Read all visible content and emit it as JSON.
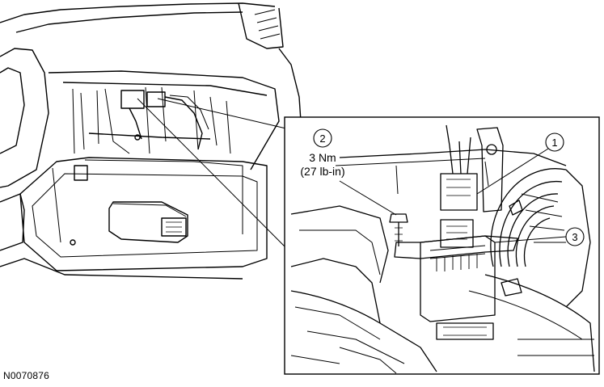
{
  "figure": {
    "reference_id": "N0070876",
    "callouts": [
      {
        "number": "1"
      },
      {
        "number": "2",
        "torque_nm": "3 Nm",
        "torque_lb": "(27 lb-in)"
      },
      {
        "number": "3"
      }
    ]
  },
  "colors": {
    "line": "#000000",
    "background": "#ffffff"
  }
}
